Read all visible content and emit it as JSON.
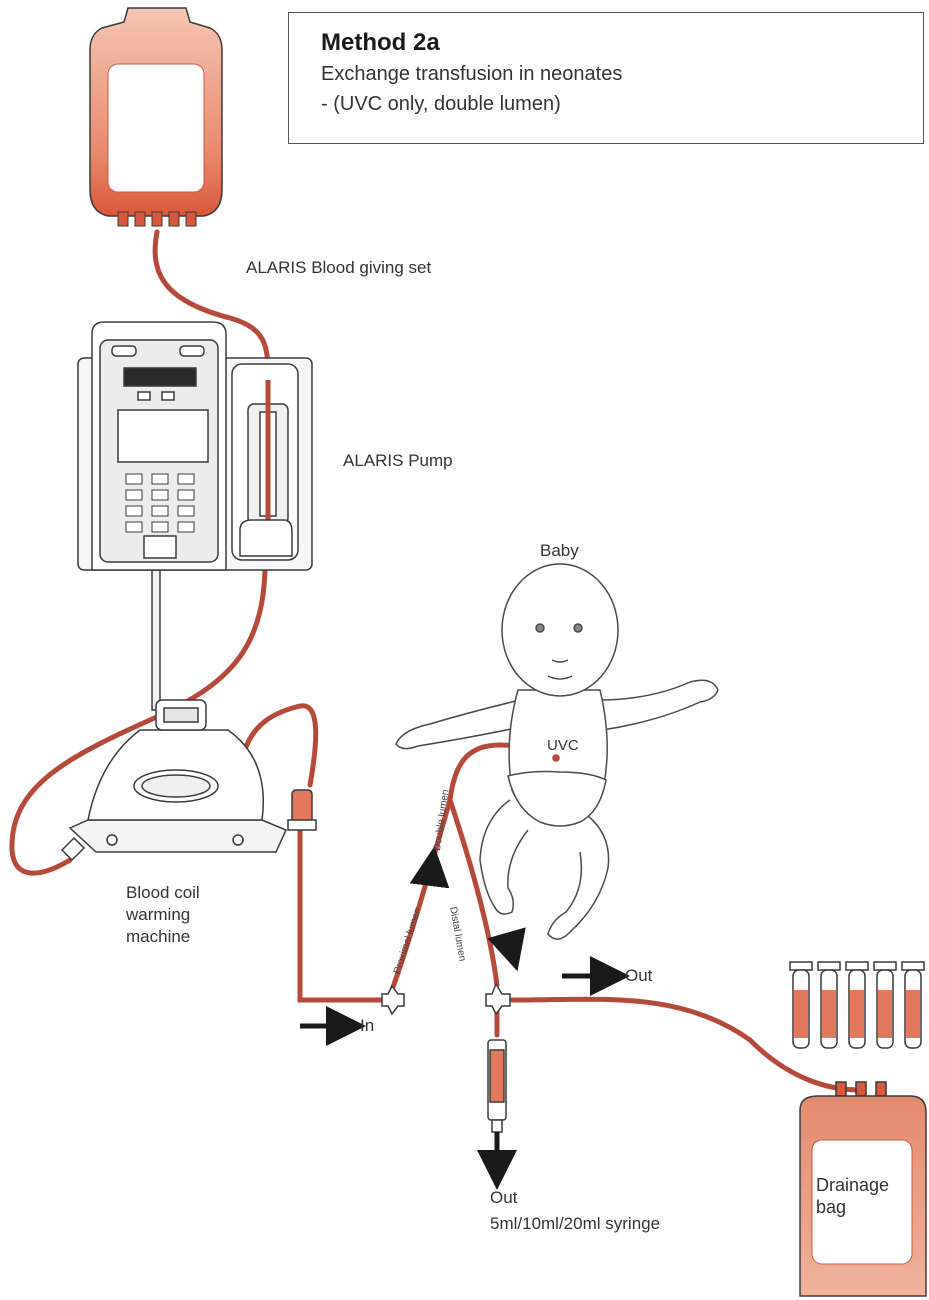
{
  "title": {
    "heading": "Method 2a",
    "line1": "Exchange transfusion in neonates",
    "line2": "- (UVC only, double lumen)"
  },
  "labels": {
    "giving_set": "ALARIS Blood giving set",
    "pump": "ALARIS Pump",
    "baby": "Baby",
    "uvc": "UVC",
    "double_lumen": "Double lumen",
    "proximal_lumen": "Proximal lumen",
    "distal_lumen": "Distal lumen",
    "warmer_line1": "Blood coil",
    "warmer_line2": "warming",
    "warmer_line3": "machine",
    "in": "In",
    "out_right": "Out",
    "out_bottom": "Out",
    "syringe": "5ml/10ml/20ml syringe",
    "drainage_line1": "Drainage",
    "drainage_line2": "bag"
  },
  "colors": {
    "tubing": "#b5493a",
    "blood_fill": "#e2785c",
    "outline": "#3a3a3a",
    "arrow": "#1a1a1a"
  }
}
